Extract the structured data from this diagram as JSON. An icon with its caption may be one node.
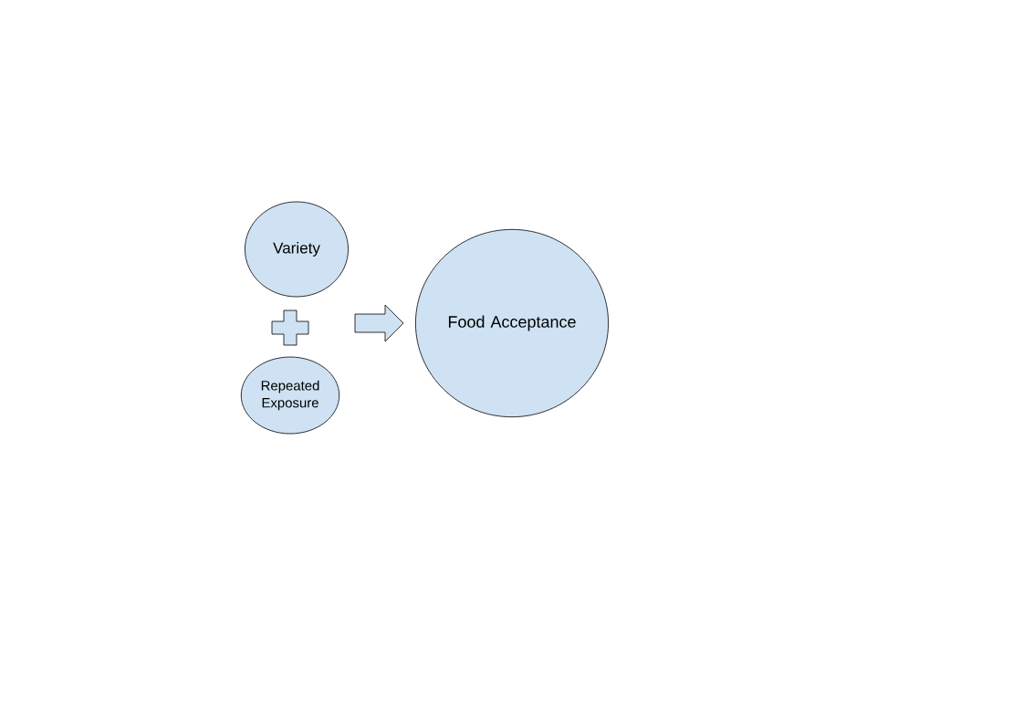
{
  "diagram": {
    "nodes": [
      {
        "text": [
          "Variety"
        ]
      },
      {
        "text": [
          "Repeated Exposure"
        ]
      },
      {
        "text": [
          "Food Acceptance"
        ]
      }
    ],
    "edges": [
      {
        "from": 0,
        "to": 2,
        "arrow": "to"
      },
      {
        "from": 1,
        "to": 2,
        "arrow": "to"
      }
    ]
  }
}
